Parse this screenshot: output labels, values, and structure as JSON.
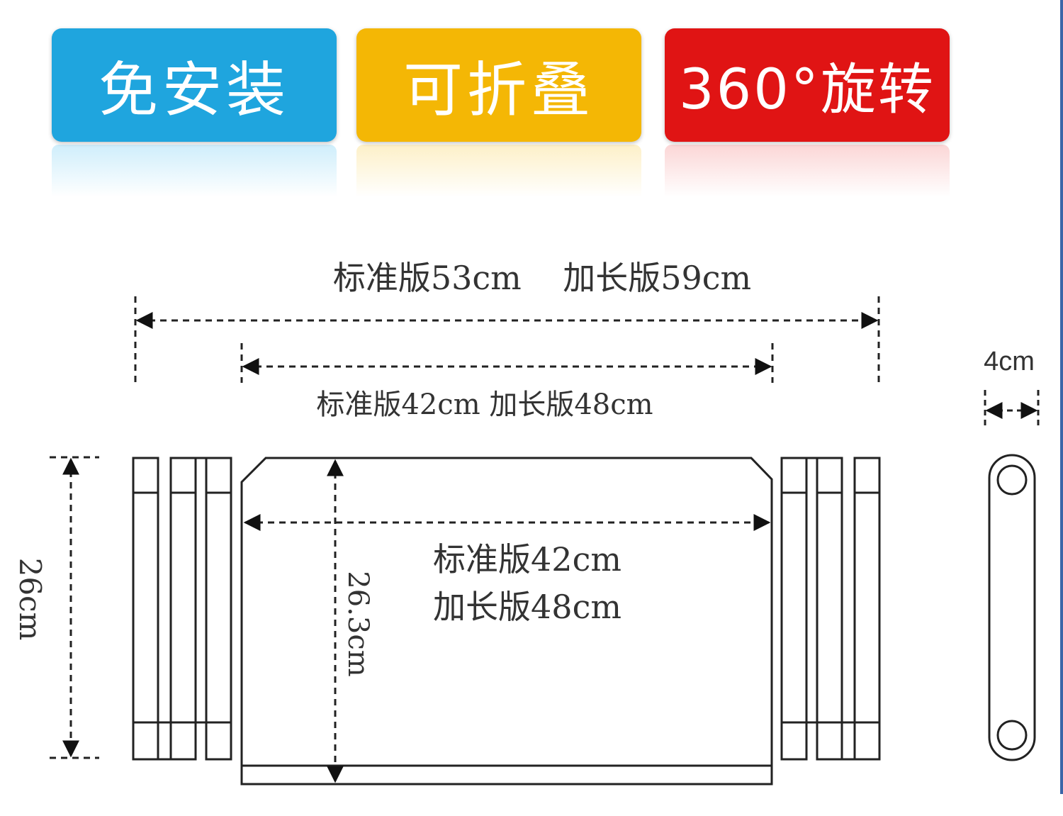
{
  "badges": [
    {
      "label": "免安装",
      "color": "#1fa5de",
      "reflection": "#cfeefb"
    },
    {
      "label": "可折叠",
      "color": "#f4b705",
      "reflection": "#fdf0c8"
    },
    {
      "label": "360°旋转",
      "color": "#e01414",
      "reflection": "#fbd6d6"
    }
  ],
  "dimensions": {
    "overall_width": "标准版53cm    加长版59cm",
    "inner_width": "标准版42cm 加长版48cm",
    "tray_width_standard": "标准版42cm",
    "tray_width_extended": "加长版48cm",
    "tray_depth": "26.3cm",
    "leg_height": "26cm",
    "leg_thickness": "4cm"
  }
}
